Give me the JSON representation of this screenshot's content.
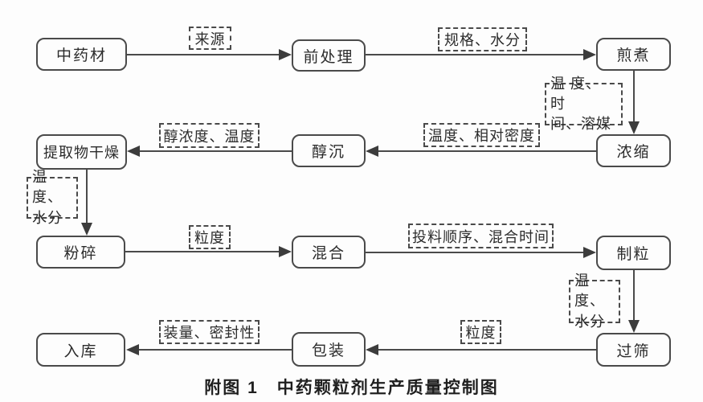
{
  "figure": {
    "caption": "附图 1　中药颗粒剂生产质量控制图",
    "ink_color": "#4a4a4a",
    "nodes": {
      "raw_material": "中药材",
      "pretreatment": "前处理",
      "decoction": "煎煮",
      "concentration": "浓缩",
      "alcohol_precipitation": "醇沉",
      "extract_drying": "提取物干燥",
      "crushing": "粉碎",
      "mixing": "混合",
      "granulation": "制粒",
      "sieving": "过筛",
      "packaging": "包装",
      "warehousing": "入库"
    },
    "control_labels": {
      "source": "来源",
      "spec_moisture": "规格、水分",
      "temp_time_solvent": "温 度、 时\n间、溶媒",
      "temp_relative_density": "温度、相对密度",
      "alcohol_conc_temp": "醇浓度、温度",
      "temp_moisture_left": "温 度、\n水分",
      "particle_size_1": "粒度",
      "feed_order_mix_time": "投料顺序、混合时间",
      "temp_moisture_right": "温 度、\n水分",
      "particle_size_2": "粒度",
      "fill_seal": "装量、密封性"
    },
    "edges": [
      {
        "from": "raw_material",
        "to": "pretreatment",
        "label": "来源"
      },
      {
        "from": "pretreatment",
        "to": "decoction",
        "label": "规格、水分"
      },
      {
        "from": "decoction",
        "to": "concentration",
        "label": "温度、时间、溶媒"
      },
      {
        "from": "concentration",
        "to": "alcohol_precipitation",
        "label": "温度、相对密度"
      },
      {
        "from": "alcohol_precipitation",
        "to": "extract_drying",
        "label": "醇浓度、温度"
      },
      {
        "from": "extract_drying",
        "to": "crushing",
        "label": "温度、水分"
      },
      {
        "from": "crushing",
        "to": "mixing",
        "label": "粒度"
      },
      {
        "from": "mixing",
        "to": "granulation",
        "label": "投料顺序、混合时间"
      },
      {
        "from": "granulation",
        "to": "sieving",
        "label": "温度、水分"
      },
      {
        "from": "sieving",
        "to": "packaging",
        "label": "粒度"
      },
      {
        "from": "packaging",
        "to": "warehousing",
        "label": "装量、密封性"
      }
    ]
  }
}
